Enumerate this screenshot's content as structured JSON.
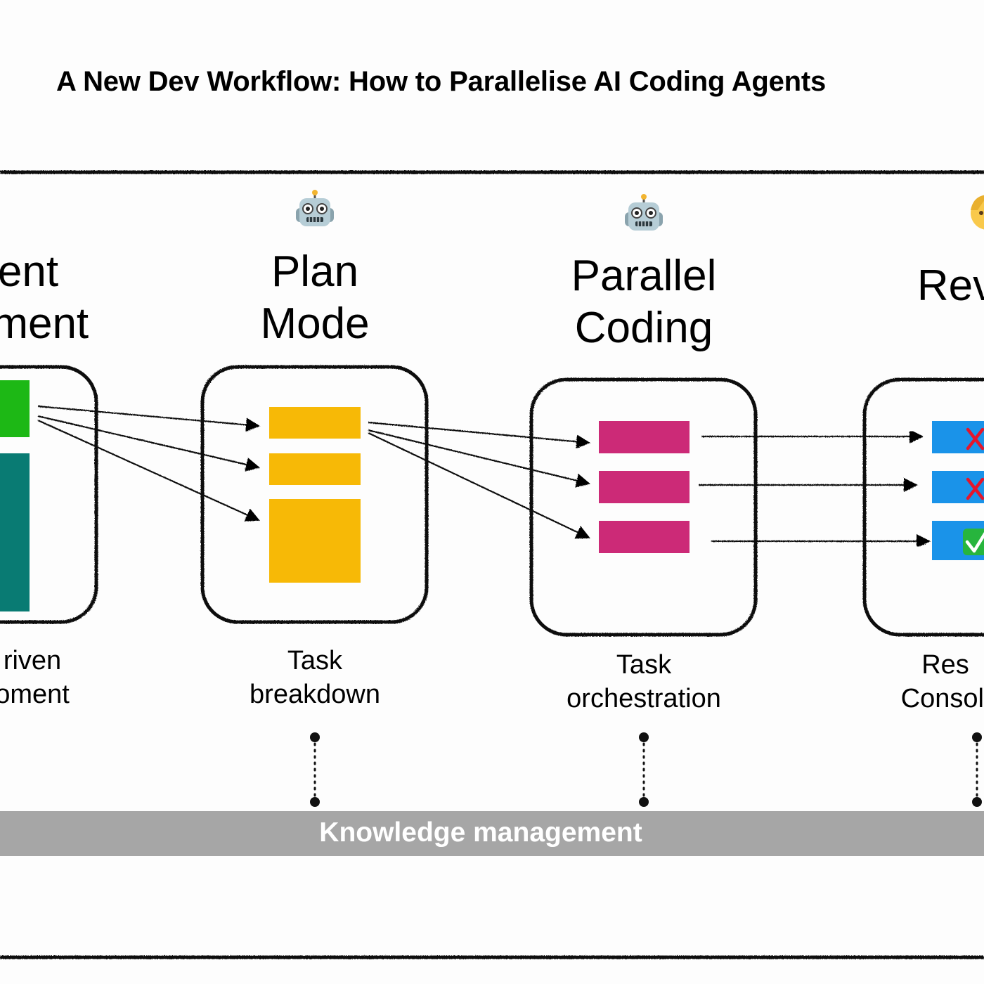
{
  "title": "A New Dev Workflow: How to Parallelise AI Coding Agents",
  "stages": [
    {
      "label_lines": [
        "ent",
        "ement"
      ],
      "caption_lines": [
        "riven",
        "oment"
      ]
    },
    {
      "label_lines": [
        "Plan",
        "Mode"
      ],
      "caption_lines": [
        "Task",
        "breakdown"
      ],
      "actor_icon": "robot-icon"
    },
    {
      "label_lines": [
        "Parallel",
        "Coding"
      ],
      "caption_lines": [
        "Task",
        "orchestration"
      ],
      "actor_icon": "robot-icon"
    },
    {
      "label_lines": [
        "Rev"
      ],
      "caption_lines": [
        "Res",
        "Consoli"
      ],
      "actor_icon": "person-icon"
    }
  ],
  "review_marks": [
    "cross-icon",
    "cross-icon",
    "check-icon"
  ],
  "knowledge_bar": {
    "label": "Knowledge management"
  },
  "colors": {
    "requirements_green": "#1db815",
    "requirements_teal": "#097b73",
    "plan_yellow": "#f7b906",
    "coding_magenta": "#cc2a77",
    "review_blue": "#1a93e9",
    "cross_red": "#e5152b",
    "check_green": "#27b53d",
    "knowledge_gray": "#a6a6a6"
  }
}
